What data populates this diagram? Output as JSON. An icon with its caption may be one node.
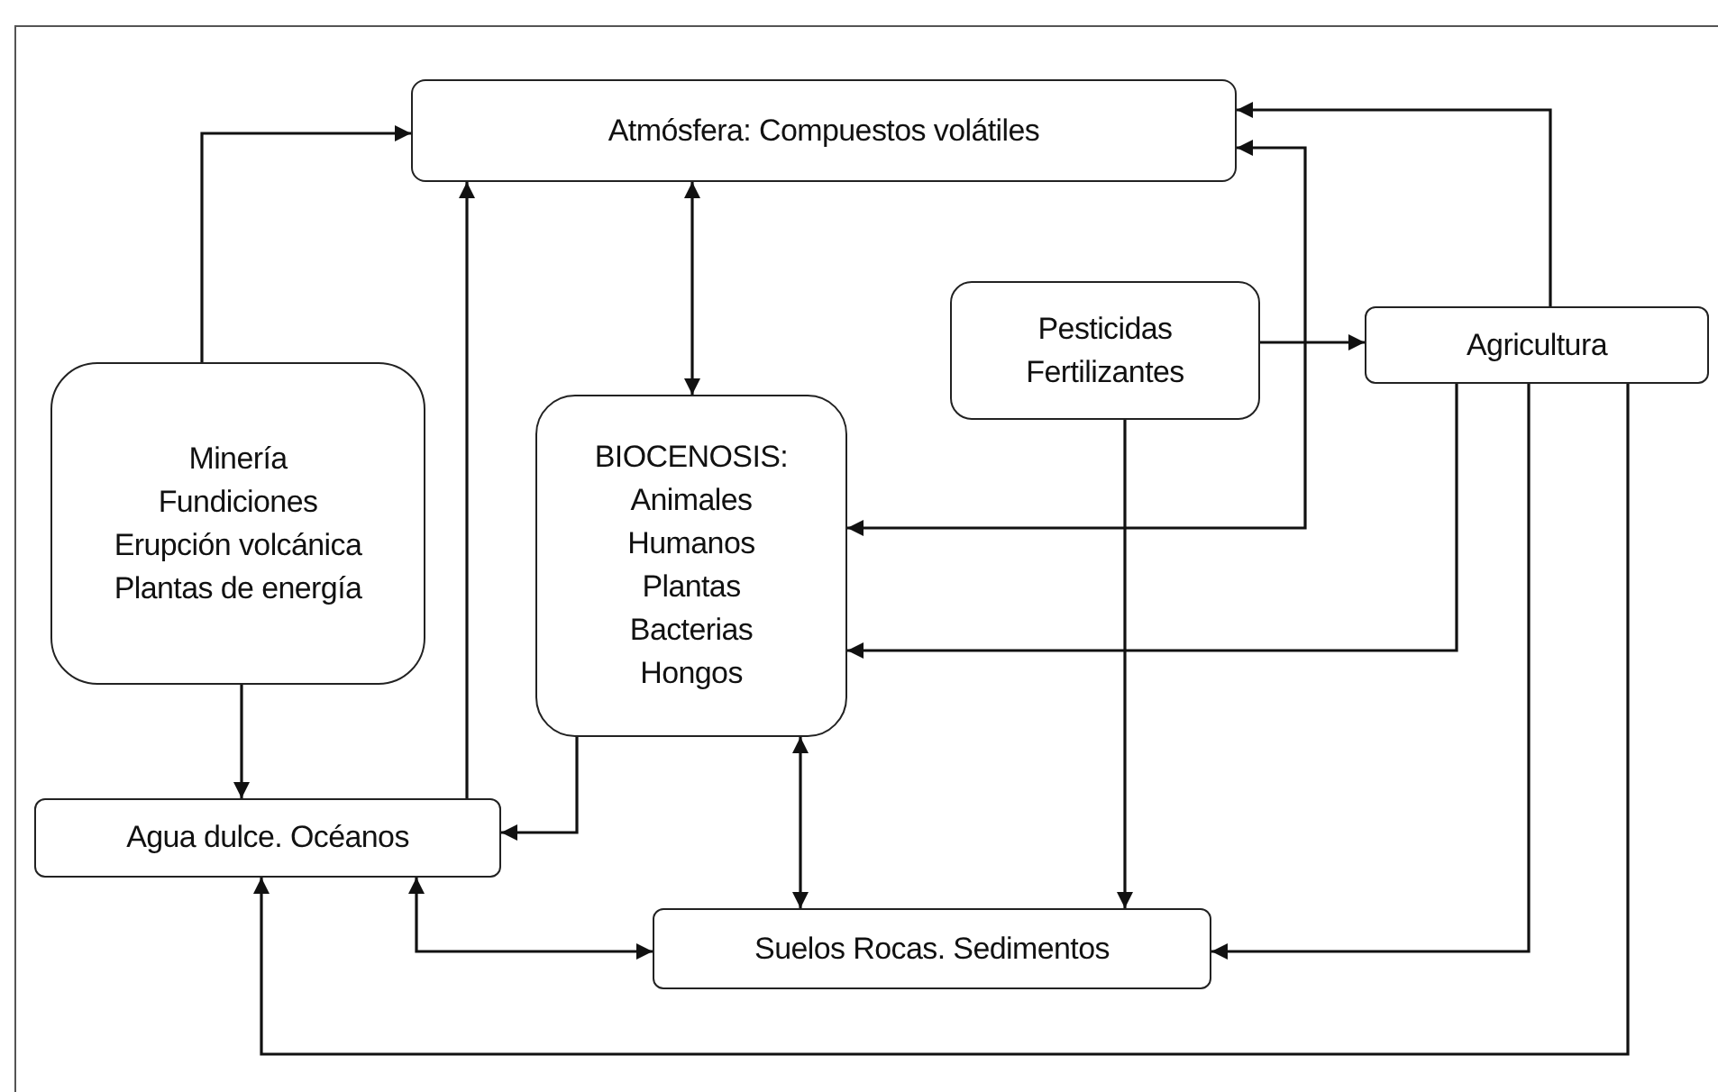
{
  "diagram": {
    "nodes": [
      {
        "text": [
          "Atmósfera: Compuestos volátiles"
        ]
      },
      {
        "text": [
          "Pesticidas",
          "Fertilizantes"
        ]
      },
      {
        "text": [
          "Agricultura"
        ]
      },
      {
        "text": [
          "Minería",
          "Fundiciones",
          "Erupción volcánica",
          "Plantas de energía"
        ]
      },
      {
        "text": [
          "BIOCENOSIS:",
          "Animales",
          "Humanos",
          "Plantas",
          "Bacterias",
          "Hongos"
        ]
      },
      {
        "text": [
          "Agua dulce. Océanos"
        ]
      },
      {
        "text": [
          "Suelos Rocas. Sedimentos"
        ]
      }
    ],
    "edges": [
      {
        "from": 3,
        "to": 0,
        "arrow": "to"
      },
      {
        "from": 5,
        "to": 0,
        "arrow": "to"
      },
      {
        "from": 0,
        "to": 4,
        "arrow": "both"
      },
      {
        "from": 2,
        "to": 0,
        "arrow": "to"
      },
      {
        "from": 4,
        "to": 0,
        "arrow": "both"
      },
      {
        "from": 1,
        "to": 2,
        "arrow": "to"
      },
      {
        "from": 1,
        "to": 6,
        "arrow": "to"
      },
      {
        "from": 2,
        "to": 4,
        "arrow": "to"
      },
      {
        "from": 2,
        "to": 6,
        "arrow": "to"
      },
      {
        "from": 2,
        "to": 5,
        "arrow": "to"
      },
      {
        "from": 4,
        "to": 5,
        "arrow": "to"
      },
      {
        "from": 4,
        "to": 6,
        "arrow": "both"
      },
      {
        "from": 5,
        "to": 6,
        "arrow": "both"
      },
      {
        "from": 3,
        "to": 5,
        "arrow": "to"
      }
    ]
  }
}
